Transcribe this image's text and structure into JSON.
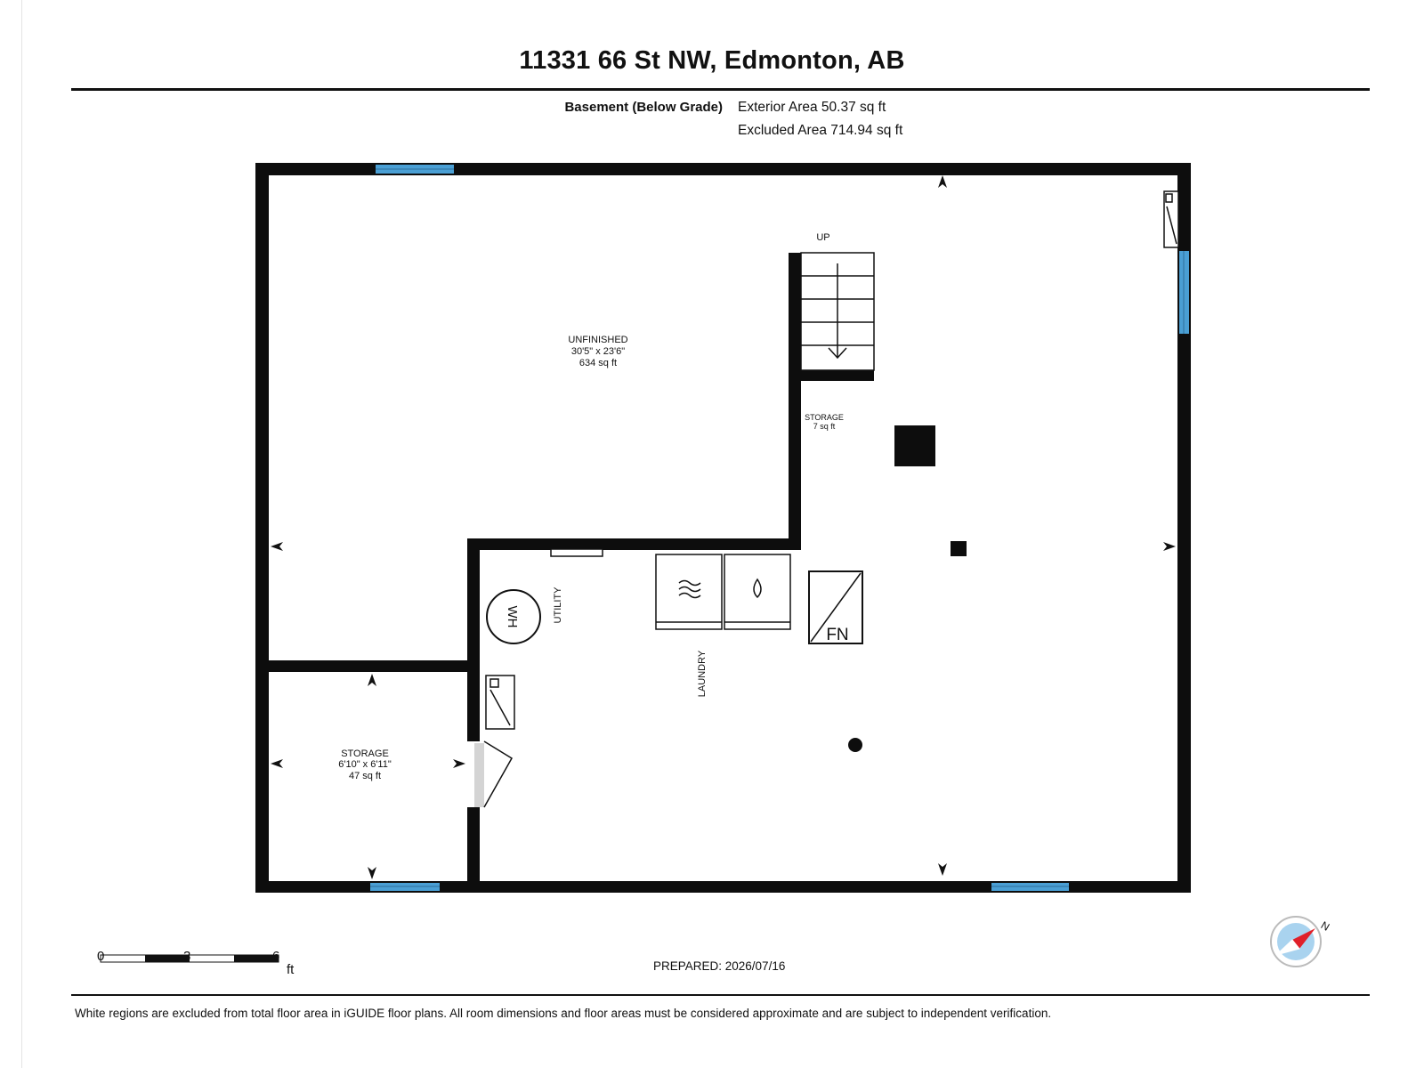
{
  "header": {
    "title": "11331 66 St NW, Edmonton, AB",
    "floor_label": "Basement (Below Grade)",
    "exterior_area": "Exterior Area 50.37 sq ft",
    "excluded_area": "Excluded Area 714.94 sq ft"
  },
  "rooms": {
    "unfinished": {
      "name": "UNFINISHED",
      "dims": "30'5\" x 23'6\"",
      "area": "634 sq ft"
    },
    "storage_small": {
      "name": "STORAGE",
      "area": "7 sq ft"
    },
    "storage": {
      "name": "STORAGE",
      "dims": "6'10\" x 6'11\"",
      "area": "47 sq ft"
    },
    "utility": {
      "name": "UTILITY"
    },
    "laundry": {
      "name": "LAUNDRY"
    }
  },
  "fixtures": {
    "stairs_label": "UP",
    "water_heater": "WH",
    "furnace": "FN"
  },
  "scale": {
    "ticks": [
      "0",
      "3",
      "6"
    ],
    "unit": "ft"
  },
  "compass": {
    "north": "N"
  },
  "footer": {
    "prepared": "PREPARED: 2026/07/16",
    "disclaimer": "White regions are excluded from total floor area in iGUIDE floor plans. All room dimensions and floor areas must be considered approximate and are subject to independent verification."
  },
  "colors": {
    "wall": "#0d0d0d",
    "window": "#4a9fd4",
    "compass_accent": "#e0202a",
    "compass_ring": "#a9d3ef"
  }
}
